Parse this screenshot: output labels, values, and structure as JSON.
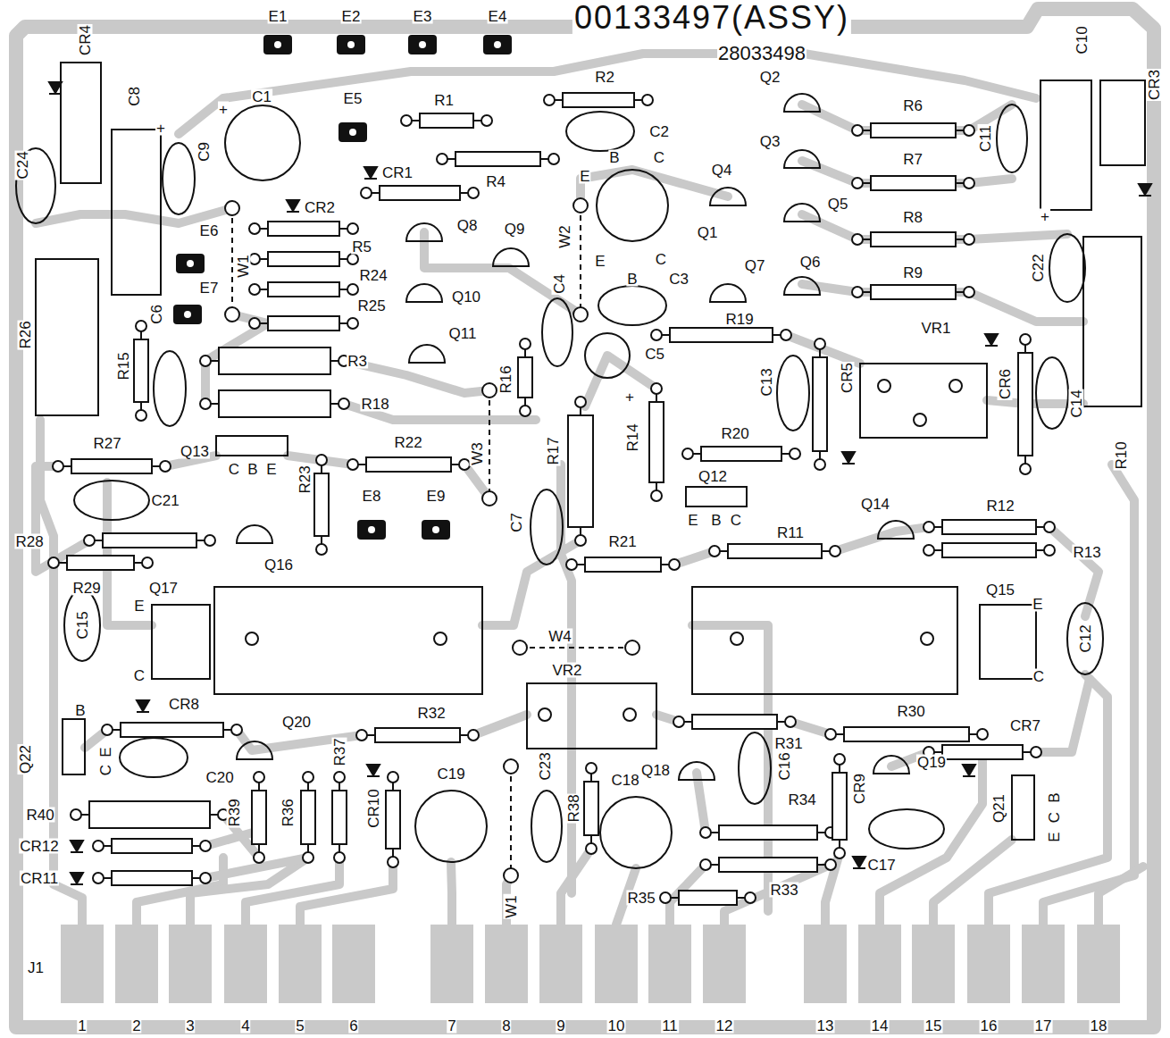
{
  "diagram": {
    "title": "00133497(ASSY)",
    "labels": [
      "E1",
      "E2",
      "E3",
      "E4",
      "28033498",
      "CR4",
      "C8",
      "+",
      "C24",
      "+",
      "C1",
      "C9",
      "E5",
      "R1",
      "R2",
      "C2",
      "Q2",
      "R6",
      "C10",
      "C11",
      "CR3",
      "+",
      "Q3",
      "R7",
      "Q4",
      "CR1",
      "R4",
      "E",
      "B",
      "C",
      "Q1",
      "Q5",
      "R8",
      "CR2",
      "W2",
      "W1",
      "E6",
      "E7",
      "R5",
      "Q8",
      "Q9",
      "R24",
      "Q10",
      "R25",
      "Q11",
      "C",
      "E",
      "B",
      "C3",
      "C4",
      "Q7",
      "Q6",
      "R9",
      "C22",
      "R26",
      "C6",
      "R15",
      "R3",
      "R18",
      "R16",
      "C5",
      "+",
      "R19",
      "C13",
      "CR5",
      "VR1",
      "CR6",
      "C14",
      "R10",
      "R27",
      "Q13",
      "C",
      "B",
      "E",
      "R22",
      "W3",
      "R17",
      "R14",
      "R20",
      "C21",
      "R23",
      "E8",
      "E9",
      "C7",
      "Q12",
      "E",
      "B",
      "C",
      "Q14",
      "R12",
      "R13",
      "R11",
      "R21",
      "R28",
      "Q16",
      "R29",
      "Q17",
      "E",
      "C15",
      "C",
      "Q15",
      "E",
      "C12",
      "C",
      "W4",
      "VR2",
      "B",
      "Q22",
      "E",
      "C",
      "CR8",
      "Q20",
      "R32",
      "R37",
      "R31",
      "R30",
      "CR7",
      "C20",
      "C16",
      "CR10",
      "C19",
      "C23",
      "C18",
      "R38",
      "Q18",
      "R34",
      "CR9",
      "Q19",
      "C17",
      "Q21",
      "B",
      "C",
      "E",
      "R40",
      "R39",
      "R36",
      "CR12",
      "CR11",
      "W1",
      "R35",
      "R33",
      "J1",
      "1",
      "2",
      "3",
      "4",
      "5",
      "6",
      "7",
      "8",
      "9",
      "10",
      "11",
      "12",
      "13",
      "14",
      "15",
      "16",
      "17",
      "18"
    ]
  }
}
